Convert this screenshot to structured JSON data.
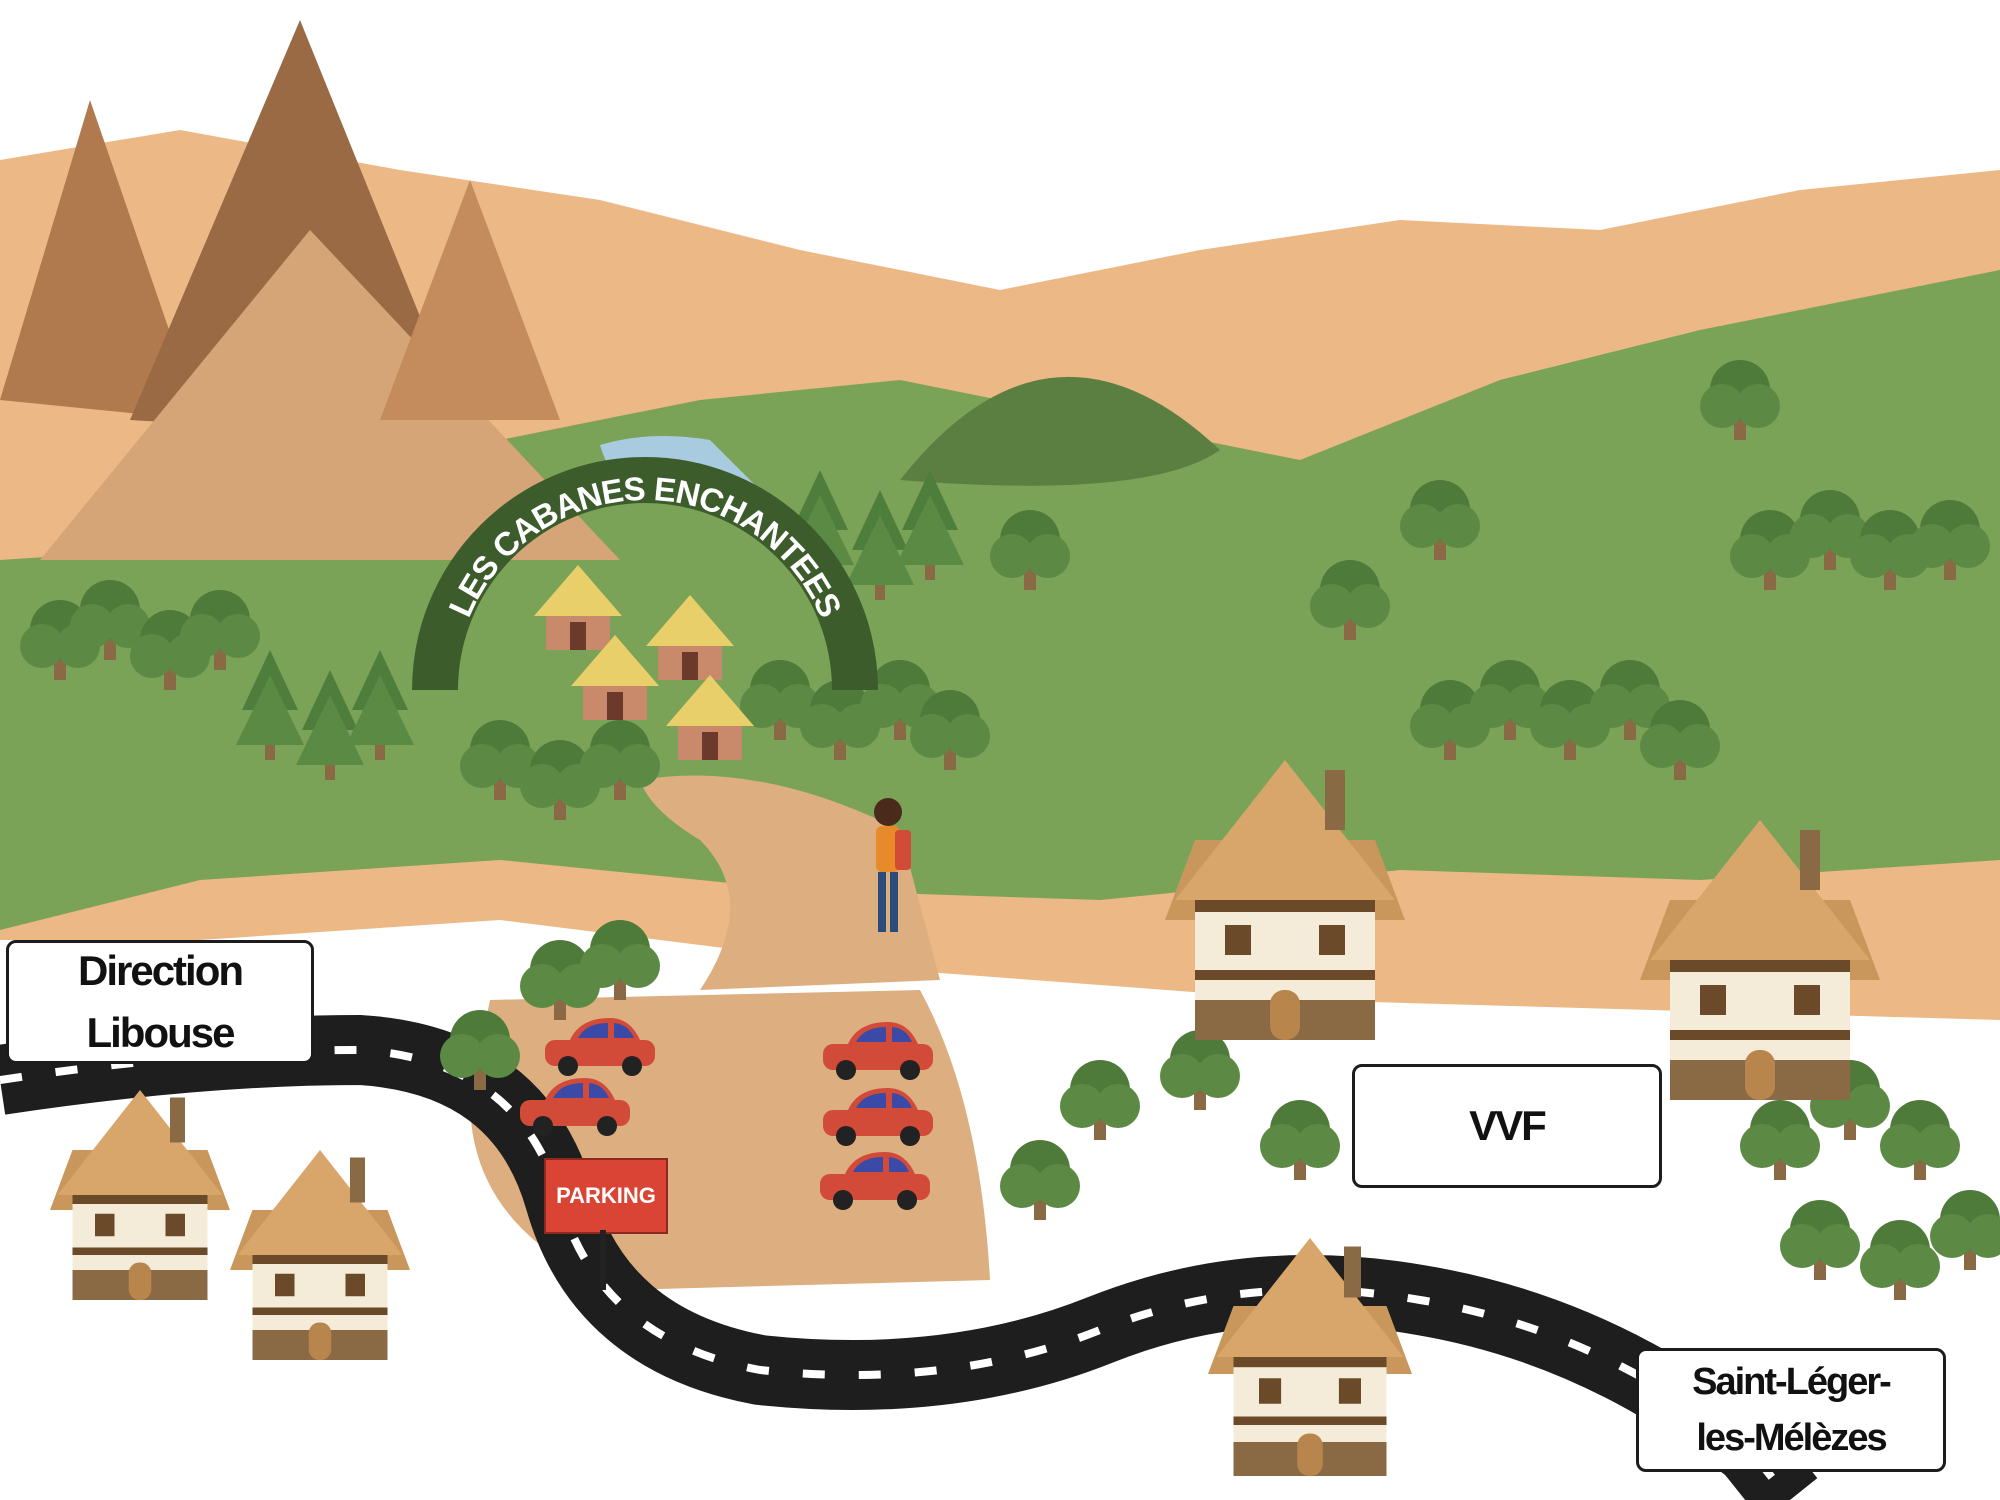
{
  "map": {
    "arch_title": "LES CABANES ENCHANTEES",
    "parking_label": "PARKING",
    "signs": {
      "libouse": [
        "Direction",
        "Libouse"
      ],
      "vvf": "VVF",
      "saint_leger": [
        "Saint-Léger-",
        "les-Mélèzes"
      ]
    }
  },
  "colors": {
    "sand": "#ebb886",
    "meadow": "#7aa358",
    "meadow_dark": "#5b7f40",
    "forest": "#4e7a3a",
    "mountain": "#a8744c",
    "road": "#1e1e1e",
    "water": "#a9cbe0",
    "arch": "#3c5c2c"
  },
  "icons": [
    "mountain-icon",
    "tree-icon",
    "hut-icon",
    "car-icon",
    "house-icon",
    "hiker-icon",
    "lake-icon"
  ]
}
